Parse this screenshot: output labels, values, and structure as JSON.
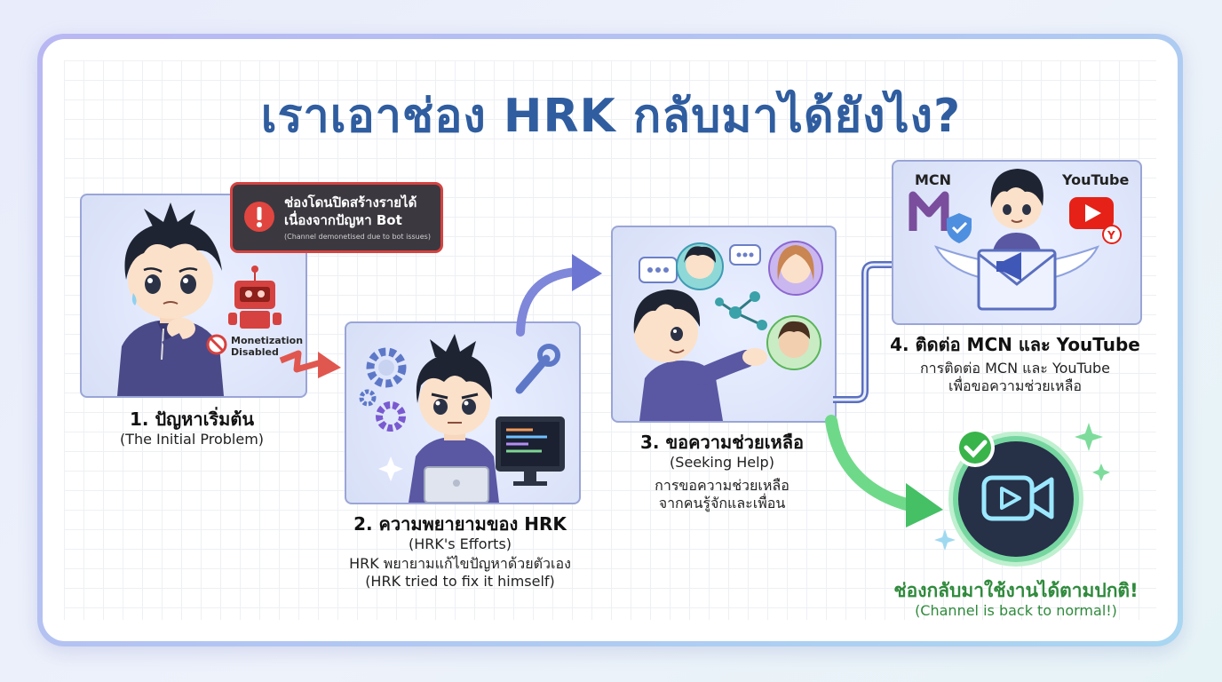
{
  "title": "เราเอาช่อง HRK กลับมาได้ยังไง?",
  "steps": [
    {
      "heading": "1. ปัญหาเริ่มต้น",
      "subheading": "(The Initial Problem)"
    },
    {
      "heading": "2. ความพยายามของ HRK",
      "subheading": "(HRK's Efforts)",
      "desc_th": "HRK พยายามแก้ไขปัญหาด้วยตัวเอง",
      "desc_en": "(HRK tried to fix it himself)"
    },
    {
      "heading": "3. ขอความช่วยเหลือ",
      "subheading": "(Seeking Help)",
      "desc_line1": "การขอความช่วยเหลือ",
      "desc_line2": "จากคนรู้จักและเพื่อน"
    },
    {
      "heading": "4. ติดต่อ MCN และ YouTube",
      "desc_line1": "การติดต่อ MCN และ YouTube",
      "desc_line2": "เพื่อขอความช่วยเหลือ"
    }
  ],
  "alert": {
    "line1": "ช่องโดนปิดสร้างรายได้",
    "line2": "เนื่องจากปัญหา Bot",
    "line3": "(Channel demonetised due to bot issues)"
  },
  "monetization": {
    "line1": "Monetization",
    "line2": "Disabled"
  },
  "logos": {
    "mcn": "MCN",
    "youtube": "YouTube"
  },
  "result": {
    "th": "ช่องกลับมาใช้งานได้ตามปกติ!",
    "en": "(Channel is back to normal!)"
  },
  "colors": {
    "title": "#2f5d9f",
    "success": "#2f8a3c",
    "alert_border": "#d6423f",
    "frame": "#b9b7f3"
  }
}
